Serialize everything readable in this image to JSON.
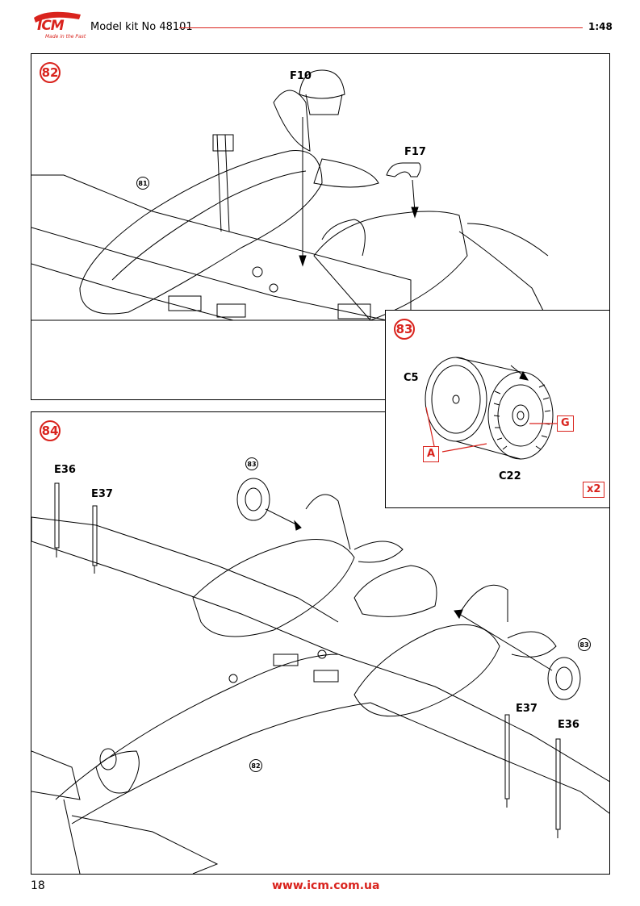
{
  "header": {
    "brand": "ICM",
    "brand_tagline": "Made in the Past",
    "title": "Model kit No 48101",
    "scale": "1:48"
  },
  "colors": {
    "accent": "#d9231d"
  },
  "steps": {
    "s82": {
      "number": "82",
      "parts": {
        "f10": "F10",
        "f17": "F17"
      },
      "ref": "81"
    },
    "s83": {
      "number": "83",
      "parts": {
        "c5": "C5",
        "c22": "C22"
      },
      "callouts": {
        "a": "A",
        "g": "G"
      },
      "multiplier": "x2"
    },
    "s84": {
      "number": "84",
      "parts": {
        "e36_left": "E36",
        "e37_left": "E37",
        "e37_right": "E37",
        "e36_right": "E36"
      },
      "refs": {
        "r83_left": "83",
        "r83_right": "83",
        "r82": "82"
      }
    }
  },
  "footer": {
    "page_number": "18",
    "url": "www.icm.com.ua"
  }
}
